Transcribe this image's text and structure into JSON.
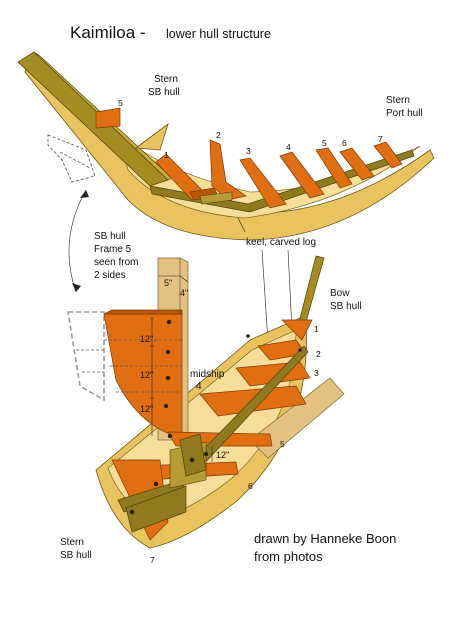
{
  "title": "Kaimiloa -",
  "subtitle": "lower hull structure",
  "labels": {
    "stern_sb_top": [
      "Stern",
      "SB hull"
    ],
    "stern_port": [
      "Stern",
      "Port hull"
    ],
    "keel": "keel, carved log",
    "frame_note": [
      "SB hull",
      "Frame 5",
      "seen from",
      "2 sides"
    ],
    "bow_sb": [
      "Bow",
      "SB hull"
    ],
    "midship": [
      "midship",
      "4"
    ],
    "stern_sb_bottom": [
      "Stern",
      "SB hull"
    ],
    "credit": [
      "drawn by Hanneke Boon",
      "from photos"
    ]
  },
  "frames_top": [
    "5",
    "1",
    "2",
    "3",
    "4",
    "5",
    "6",
    "7"
  ],
  "frames_bottom": [
    "1",
    "2",
    "3",
    "5",
    "6",
    "7"
  ],
  "dimensions": {
    "post_width": "5\"",
    "post_depth": "4\"",
    "heights": [
      "12\"",
      "12\"",
      "12\"",
      "12\""
    ]
  }
}
